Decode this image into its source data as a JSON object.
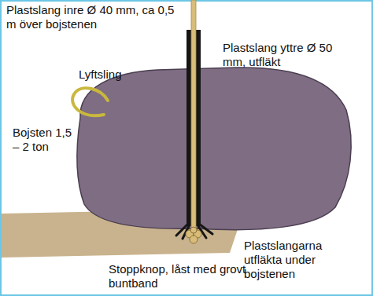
{
  "diagram": {
    "labels": [
      "Plastslang inre Ø 40 mm, ca 0,5 m över bojstenen",
      "Plastslang yttre Ø 50 mm, utfläkt",
      "Lyftsling",
      "Bojsten 1,5 – 2 ton",
      "Plastslangarna utfläkta under bojstenen",
      "Stoppknop, låst med grovt buntband"
    ]
  }
}
